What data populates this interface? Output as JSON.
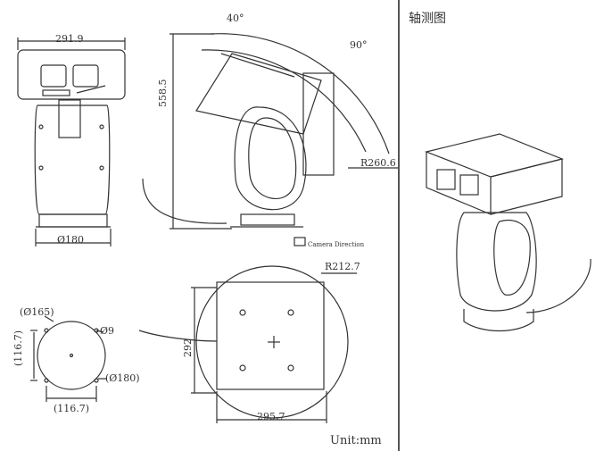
{
  "side_panel_title": "轴测图",
  "unit_label": "Unit:mm",
  "legend": {
    "camera_direction": "Camera Direction"
  },
  "dimensions": {
    "front_width": "291.9",
    "front_base": "Ø180",
    "side_tilt_up": "40°",
    "side_tilt_down": "90°",
    "side_height": "558.5",
    "side_radius": "R260.6",
    "top_radius": "R212.7",
    "top_depth": "292",
    "top_width": "295.7",
    "base_hole": "(Ø165)",
    "base_bolt": "Ø9",
    "base_dia": "(Ø180)",
    "base_h": "(116.7)",
    "base_w": "(116.7)"
  },
  "colors": {
    "line": "#333333",
    "divider": "#555555"
  }
}
